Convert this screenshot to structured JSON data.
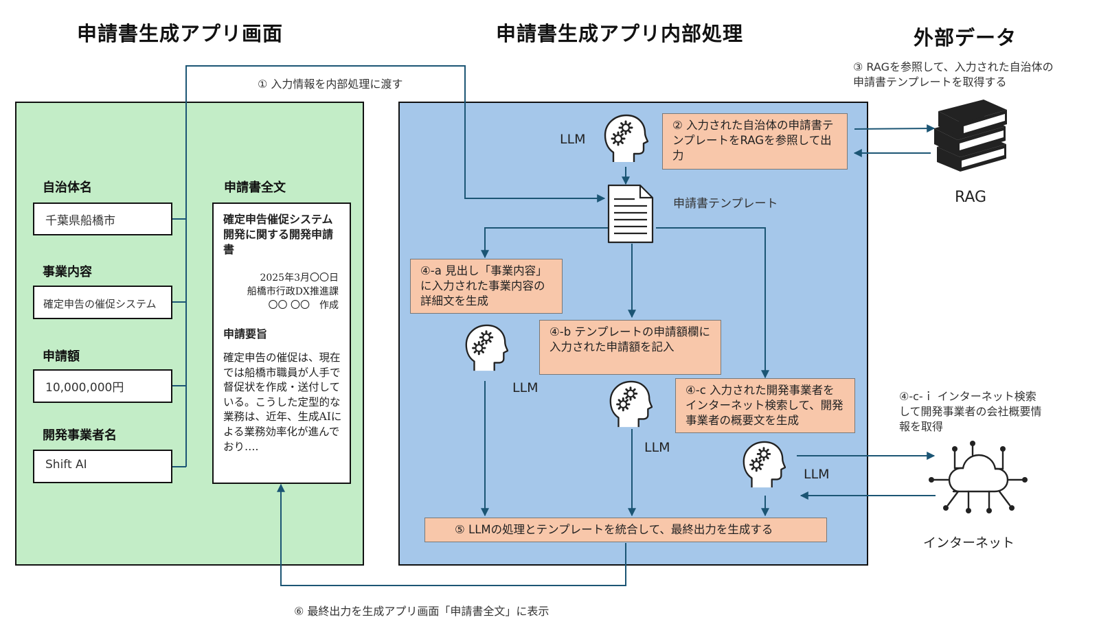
{
  "headings": {
    "app_screen": "申請書生成アプリ画面",
    "internal": "申請書生成アプリ内部処理",
    "external": "外部データ"
  },
  "form": {
    "fields": [
      {
        "label": "自治体名",
        "value": "千葉県船橋市"
      },
      {
        "label": "事業内容",
        "value": "確定申告の催促システム"
      },
      {
        "label": "申請額",
        "value": "10,000,000円"
      },
      {
        "label": "開発事業者名",
        "value": "Shift AI"
      }
    ],
    "document_label": "申請書全文"
  },
  "document": {
    "title": "確定申告催促システム開発に関する開発申請書",
    "date": "2025年3月〇〇日",
    "department": "船橋市行政DX推進課",
    "author": "〇〇 〇〇　作成",
    "summary_heading": "申請要旨",
    "body": "確定申告の催促は、現在では船橋市職員が人手で督促状を作成・送付している。こうした定型的な業務は、近年、生成AIによる業務効率化が進んでおり….",
    "icon": "document-icon"
  },
  "notes": {
    "step1": "① 入力情報を内部処理に渡す",
    "step3": "③ RAGを参照して、入力された自治体の\n申請書テンプレートを取得する",
    "step4ci": "④-c-ｉ インターネット検索\nして開発事業者の会社概要情\n報を取得",
    "step6": "⑥ 最終出力を生成アプリ画面「申請書全文」に表示"
  },
  "steps": {
    "step2": "② 入力された自治体の申請書テンプレートをRAGを参照して出力",
    "step4a": "④-a 見出し「事業内容」に入力された事業内容の詳細文を生成",
    "step4b": "④-b テンプレートの申請額欄に入力された申請額を記入",
    "step4c": "④-c 入力された開発事業者をインターネット検索して、開発事業者の概要文を生成",
    "step5": "⑤ LLMの処理とテンプレートを統合して、最終出力を生成する"
  },
  "labels": {
    "llm": "LLM",
    "template": "申請書テンプレート",
    "rag": "RAG",
    "internet": "インターネット"
  },
  "icons": {
    "llm": "ai-head-gears-icon",
    "template": "document-icon",
    "rag": "books-stack-icon",
    "internet": "cloud-network-icon"
  },
  "colors": {
    "app_panel": "#c3edc7",
    "internal_panel": "#a5c7ea",
    "step_box": "#f8c7aa",
    "connector": "#1b5574"
  }
}
